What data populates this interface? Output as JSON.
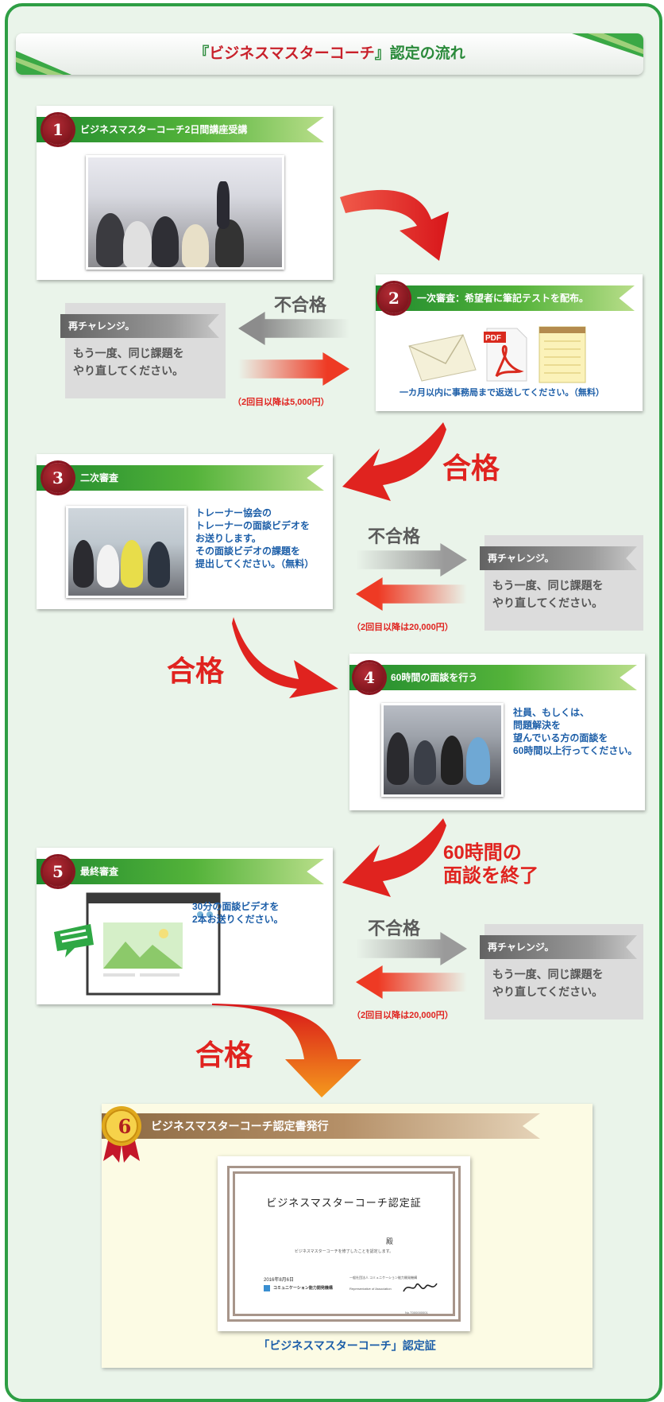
{
  "header": {
    "title_open": "『",
    "title_red": "ビジネスマスターコーチ",
    "title_close": "』",
    "title_rest": "認定の流れ"
  },
  "steps": [
    {
      "number": "1",
      "label": "ビジネスマスターコーチ2日間講座受講"
    },
    {
      "number": "2",
      "label": "一次審査：希望者に筆記テストを配布。",
      "note": "一カ月以内に事務局まで返送してください。（無料）",
      "pdf_label": "PDF"
    },
    {
      "number": "3",
      "label": "二次審査",
      "desc": [
        "トレーナー協会の",
        "トレーナーの面談ビデオを",
        "お送りします。",
        "その面談ビデオの課題を",
        "提出してください。（無料）"
      ]
    },
    {
      "number": "4",
      "label": "60時間の面談を行う",
      "desc": [
        "社員、もしくは、",
        "問題解決を",
        "望んでいる方の面談を",
        "60時間以上行ってください。"
      ]
    },
    {
      "number": "5",
      "label": "最終審査",
      "desc": [
        "30分の面談ビデオを",
        "2本お送りください。"
      ]
    },
    {
      "number": "6",
      "label": "ビジネスマスターコーチ認定書発行",
      "caption": "「ビジネスマスターコーチ」認定証"
    }
  ],
  "retry": {
    "title": "再チャレンジ。",
    "lines": [
      "もう一度、同じ課題を",
      "やり直してください。"
    ]
  },
  "fail_label": "不合格",
  "pass_label": "合格",
  "step4_done": [
    "60時間の",
    "面談を終了"
  ],
  "prices": {
    "first": "（2回目以降は5,000円）",
    "second": "（2回目以降は20,000円）",
    "third": "（2回目以降は20,000円）"
  },
  "certificate": {
    "title": "ビジネスマスターコーチ認定証",
    "honorific": "殿",
    "statement": "ビジネスマスターコーチを修了したことを認定します。",
    "date": "2016年8月6日",
    "org": "コミュニケーション能力開発機構",
    "org_right": "一般社団法人 コミュニケーション能力開発機構",
    "rep": "Representative of Association",
    "serial": "No.T000000001"
  },
  "colors": {
    "frame_green": "#2e9e44",
    "accent_red": "#e0231f",
    "badge_red": "#8a1520",
    "text_blue": "#1c5ea8"
  }
}
